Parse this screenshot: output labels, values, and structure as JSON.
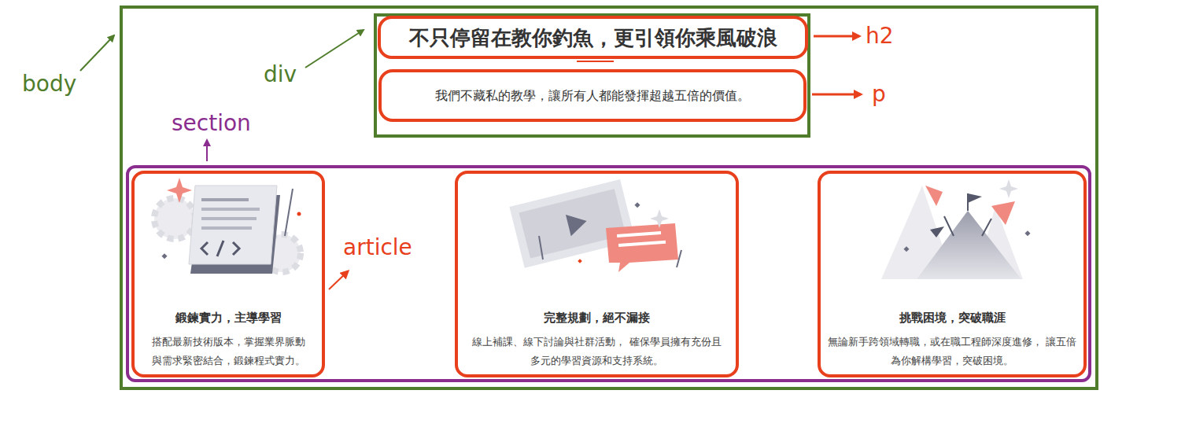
{
  "diagram": {
    "nodes": [
      {
        "text": [
          "body"
        ]
      },
      {
        "text": [
          "div"
        ],
        "in": 0
      },
      {
        "text": [
          "不只停留在教你釣魚，更引領你乘風破浪",
          "h2"
        ],
        "in": 1
      },
      {
        "text": [
          "我們不藏私的教學，讓所有人都能發揮超越五倍的價值。",
          "p"
        ],
        "in": 1
      },
      {
        "text": [
          "section"
        ],
        "in": 0
      },
      {
        "text": [
          "鍛鍊實力，主導學習",
          "搭配最新技術版本，掌握業界脈動 與需求緊密結合，鍛鍊程式實力。",
          "article"
        ],
        "in": 4
      },
      {
        "text": [
          "完整規劃，絕不漏接",
          "線上補課、線下討論與社群活動， 確保學員擁有充份且多元的學習資源和支持系統。"
        ],
        "in": 4
      },
      {
        "text": [
          "挑戰困境，突破職涯",
          "無論新手跨領域轉職，或在職工程師深度進修， 讓五倍為你解構學習，突破困境。"
        ],
        "in": 4
      }
    ]
  }
}
